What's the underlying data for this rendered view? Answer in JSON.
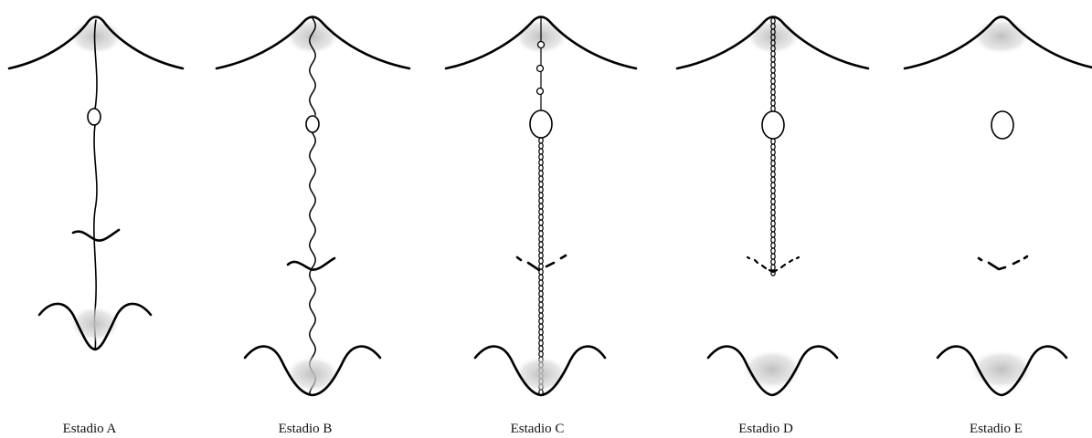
{
  "figure": {
    "stages": [
      {
        "id": "A",
        "label": "Estadio A"
      },
      {
        "id": "B",
        "label": "Estadio B"
      },
      {
        "id": "C",
        "label": "Estadio C"
      },
      {
        "id": "D",
        "label": "Estadio D"
      },
      {
        "id": "E",
        "label": "Estadio E"
      }
    ],
    "colors": {
      "ink": "#000000",
      "shading": "#c8c8c8",
      "background": "#ffffff"
    }
  }
}
